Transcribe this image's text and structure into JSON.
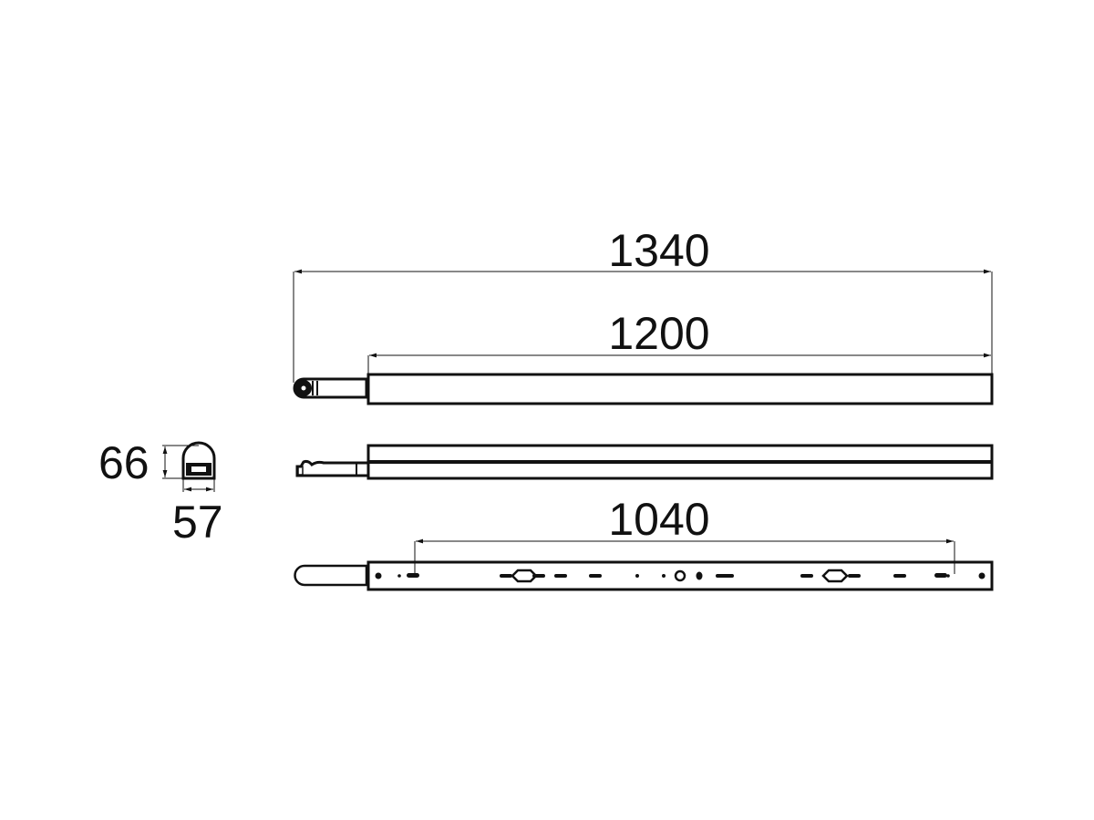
{
  "drawing": {
    "dimensions": {
      "overall_length": "1340",
      "body_length": "1200",
      "mounting_distance": "1040",
      "height": "66",
      "width": "57"
    },
    "colors": {
      "line": "#111111",
      "background": "#ffffff"
    }
  }
}
